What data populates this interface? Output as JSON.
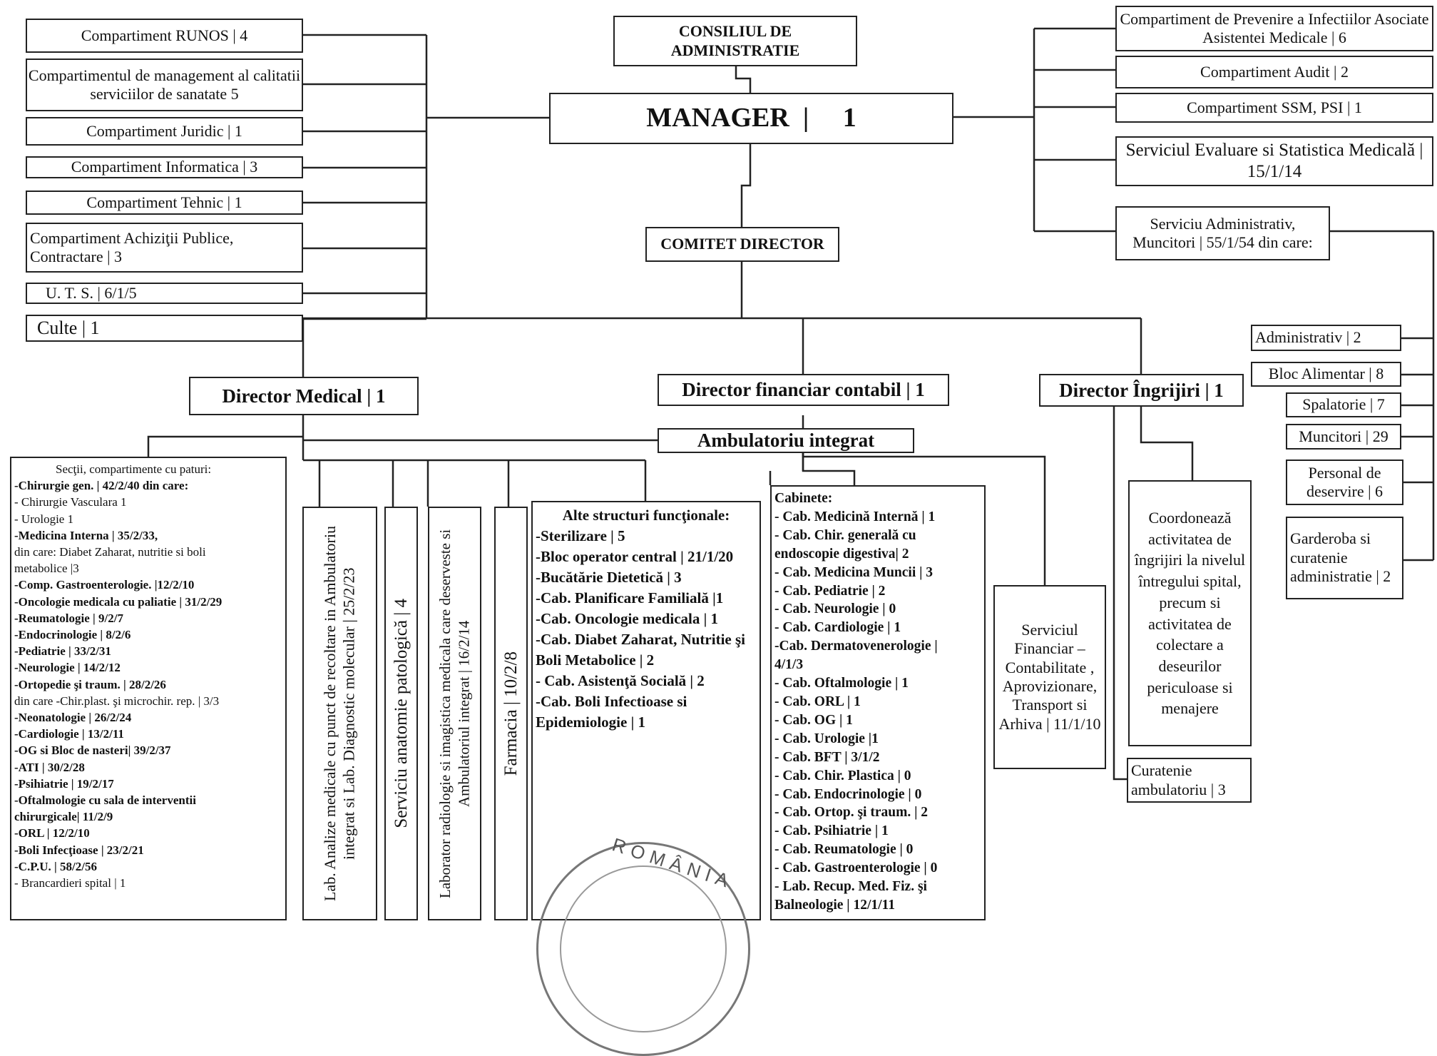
{
  "boxes": {
    "consiliul_l1": "CONSILIUL DE",
    "consiliul_l2": "ADMINISTRATIE",
    "manager": "MANAGER  |     1",
    "comitet": "COMITET DIRECTOR",
    "runos": "Compartiment RUNOS  |  4",
    "calitate": "Compartimentul de management al calitatii serviciilor de sanatate 5",
    "juridic": "Compartiment Juridic | 1",
    "informatica": "Compartiment  Informatica | 3",
    "tehnic": "Compartiment Tehnic | 1",
    "achizitii": "Compartiment Achiziţii Publice, Contractare | 3",
    "uts": "U. T. S. | 6/1/5",
    "culte": "Culte | 1",
    "prevenire": "Compartiment de Prevenire a Infectiilor Asociate Asistentei Medicale | 6",
    "audit": "Compartiment Audit | 2",
    "ssm": "Compartiment SSM, PSI | 1",
    "evaluare": "Serviciul  Evaluare si Statistica Medicală | 15/1/14",
    "administrativ_srv": "Serviciu Administrativ, Muncitori | 55/1/54 din care:",
    "administrativ": "Administrativ | 2",
    "bloc_alimentar": "Bloc Alimentar | 8",
    "spalatorie": "Spalatorie | 7",
    "muncitori": "Muncitori | 29",
    "personal": "Personal  de deservire | 6",
    "garderoba": "Garderoba si curatenie administratie | 2",
    "dir_medical": "Director Medical | 1",
    "dir_financiar": "Director financiar contabil | 1",
    "dir_ingrijiri": "Director Îngrijiri | 1",
    "ambulatoriu": "Ambulatoriu integrat",
    "lab_analize": "Lab. Analize medicale cu punct de recoltare in Ambulatoriu integrat si Lab. Diagnostic molecular | 25/2/23",
    "anatomie": "Serviciu anatomie patologică | 4",
    "radiologie": "Laborator radiologie si imagistica  medicala care deserveste si Ambulatoriul integrat | 16/2/14",
    "farmacia": "Farmacia | 10/2/8",
    "serviciul_financiar": "Serviciul Financiar – Contabilitate , Aprovizionare, Transport si Arhiva | 11/1/10",
    "coordoneaza": "Coordonează activitatea de îngrijiri la nivelul întregului spital, precum si activitatea de colectare a deseurilor periculoase si menajere",
    "curatenie_amb": "Curatenie ambulatoriu | 3"
  },
  "sectii": [
    {
      "t": "Secţii, compartimente cu paturi:",
      "b": false
    },
    {
      "t": "-Chirurgie gen. | 42/2/40 din care:",
      "b": true
    },
    {
      "t": "- Chirurgie Vasculara 1",
      "b": false
    },
    {
      "t": "- Urologie 1",
      "b": false
    },
    {
      "t": "-Medicina Interna | 35/2/33,",
      "b": true
    },
    {
      "t": "din care:  Diabet Zaharat, nutritie si boli",
      "b": false
    },
    {
      "t": "metabolice |3",
      "b": false
    },
    {
      "t": "-Comp. Gastroenterologie. |12/2/10",
      "b": true
    },
    {
      "t": "-Oncologie medicala cu paliatie  | 31/2/29",
      "b": true
    },
    {
      "t": "-Reumatologie | 9/2/7",
      "b": true
    },
    {
      "t": "-Endocrinologie | 8/2/6",
      "b": true
    },
    {
      "t": "-Pediatrie | 33/2/31",
      "b": true
    },
    {
      "t": "-Neurologie | 14/2/12",
      "b": true
    },
    {
      "t": "-Ortopedie şi traum. | 28/2/26",
      "b": true
    },
    {
      "t": " din care -Chir.plast. şi microchir. rep. | 3/3",
      "b": false
    },
    {
      "t": "-Neonatologie | 26/2/24",
      "b": true
    },
    {
      "t": "-Cardiologie | 13/2/11",
      "b": true
    },
    {
      "t": "-OG  si Bloc de nasteri| 39/2/37",
      "b": true
    },
    {
      "t": "-ATI  | 30/2/28",
      "b": true
    },
    {
      "t": "-Psihiatrie | 19/2/17",
      "b": true
    },
    {
      "t": "-Oftalmologie cu sala de interventii",
      "b": true
    },
    {
      "t": "chirurgicale| 11/2/9",
      "b": true
    },
    {
      "t": "-ORL | 12/2/10",
      "b": true
    },
    {
      "t": "-Boli Infecţioase | 23/2/21",
      "b": true
    },
    {
      "t": "-C.P.U. | 58/2/56",
      "b": true
    },
    {
      "t": "- Brancardieri spital | 1",
      "b": false
    }
  ],
  "alte": [
    "Alte structuri funcţionale:",
    "-Sterilizare | 5",
    "-Bloc operator central | 21/1/20",
    "-Bucătărie Dietetică | 3",
    "-Cab. Planificare Familială |1",
    "-Cab. Oncologie medicala | 1",
    "-Cab. Diabet Zaharat, Nutritie şi Boli Metabolice | 2",
    "- Cab. Asistenţă Socială | 2",
    "-Cab. Boli Infectioase si Epidemiologie | 1"
  ],
  "cabinete": [
    "Cabinete:",
    "- Cab. Medicină Internă | 1",
    "- Cab. Chir. generală cu",
    "endoscopie digestiva| 2",
    "- Cab. Medicina Muncii | 3",
    "- Cab. Pediatrie | 2",
    "- Cab. Neurologie | 0",
    "- Cab. Cardiologie | 1",
    "-Cab. Dermatovenerologie |",
    "4/1/3",
    "- Cab. Oftalmologie | 1",
    "- Cab. ORL | 1",
    "- Cab. OG | 1",
    "- Cab. Urologie |1",
    "- Cab. BFT | 3/1/2",
    "- Cab. Chir. Plastica | 0",
    "- Cab. Endocrinologie | 0",
    "- Cab. Ortop. şi traum. | 2",
    "- Cab. Psihiatrie | 1",
    "- Cab. Reumatologie | 0",
    "- Cab. Gastroenterologie | 0",
    "- Lab. Recup. Med. Fiz. şi",
    "Balneologie | 12/1/11"
  ],
  "stamp_text": "ROMÂNIA"
}
